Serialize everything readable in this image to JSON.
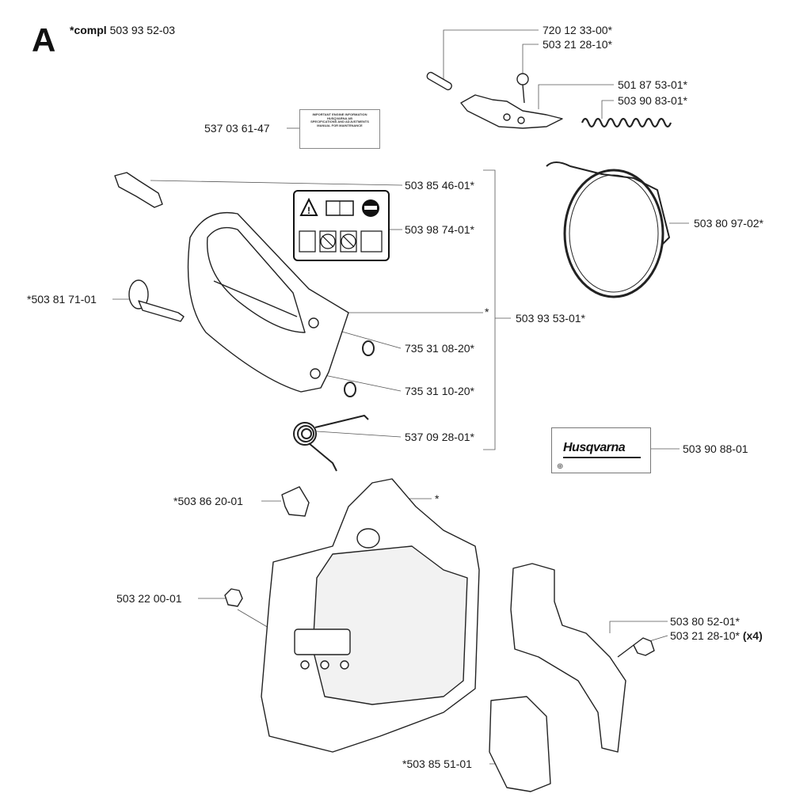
{
  "header": {
    "section_letter": "A",
    "compl_prefix": "*compl",
    "compl_number": "503 93 52-03"
  },
  "labels": {
    "p1": "720 12 33-00*",
    "p2": "503 21 28-10*",
    "p3": "501 87 53-01*",
    "p4": "503 90 83-01*",
    "p5": "537 03 61-47",
    "p6": "503 80 97-02*",
    "p7": "503 85 46-01*",
    "p8": "503 98 74-01*",
    "p9": "*503 81 71-01",
    "p10": "*",
    "p11": "503 93 53-01*",
    "p12": "735 31 08-20*",
    "p13": "735 31 10-20*",
    "p14": "537 09 28-01*",
    "p15": "503 90 88-01",
    "p16": "*503 86 20-01",
    "p17": "*",
    "p18": "503 22 00-01",
    "p19": "503 80 52-01*",
    "p20": "503 21 28-10*",
    "p20_qty": "(x4)",
    "p21": "*503 85 51-01"
  },
  "decal": {
    "brand": "Husqvarna"
  },
  "colors": {
    "line": "#222222",
    "leader": "#555555",
    "fill": "#ffffff",
    "shade": "#e8e8e8"
  }
}
